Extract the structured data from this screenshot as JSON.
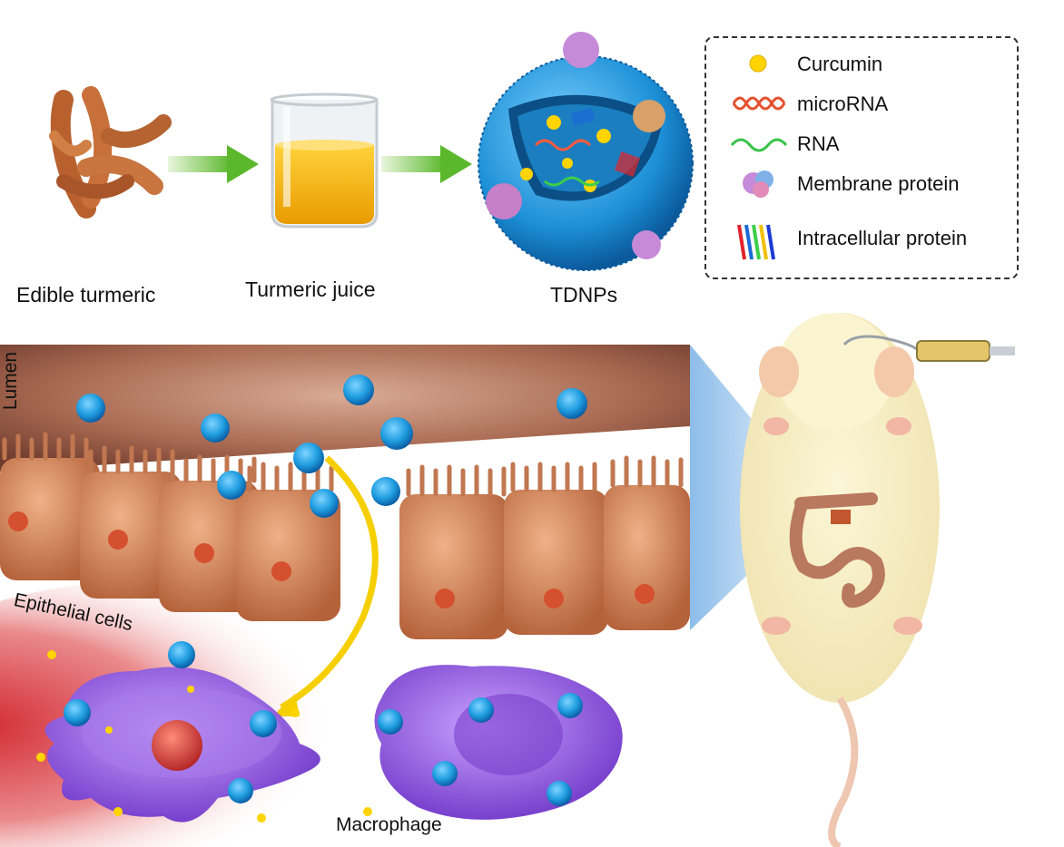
{
  "steps": [
    {
      "label": "Edible turmeric"
    },
    {
      "label": "Turmeric juice"
    },
    {
      "label": "TDNPs"
    }
  ],
  "legend": {
    "items": [
      {
        "label": "Curcumin",
        "icon": "curcumin-dot-icon"
      },
      {
        "label": "microRNA",
        "icon": "microrna-helix-icon"
      },
      {
        "label": "RNA",
        "icon": "rna-strand-icon"
      },
      {
        "label": "Membrane protein",
        "icon": "membrane-protein-icon"
      },
      {
        "label": "Intracellular protein",
        "icon": "intracellular-protein-icon"
      }
    ]
  },
  "scene": {
    "lumen_label": "Lumen",
    "epithelial_label": "Epithelial cells",
    "macrophage_label": "Macrophage"
  },
  "colors": {
    "turmeric": "#c8703a",
    "juice": "#f2b705",
    "nanoparticle": "#1fa0e0",
    "arrow_green": "#6cc33c",
    "epithelium": "#d98a58",
    "macrophage": "#8a5ad8",
    "inflammation": "#d9363e",
    "curcumin": "#ffd400"
  }
}
